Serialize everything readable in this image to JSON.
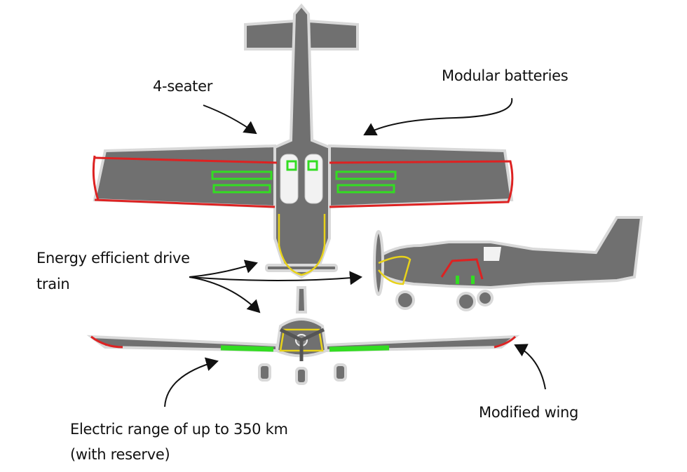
{
  "labels": {
    "seater": "4-seater",
    "batteries": "Modular batteries",
    "drive_line1": "Energy efficient drive",
    "drive_line2": "train",
    "range_line1": "Electric range of up to 350 km",
    "range_line2": "(with reserve)",
    "wing": "Modified wing"
  },
  "colors": {
    "body": "#707070",
    "outline": "#d9d9d9",
    "battery": "#33dd22",
    "wing_mod": "#dd2222",
    "drive": "#e8d21a"
  }
}
